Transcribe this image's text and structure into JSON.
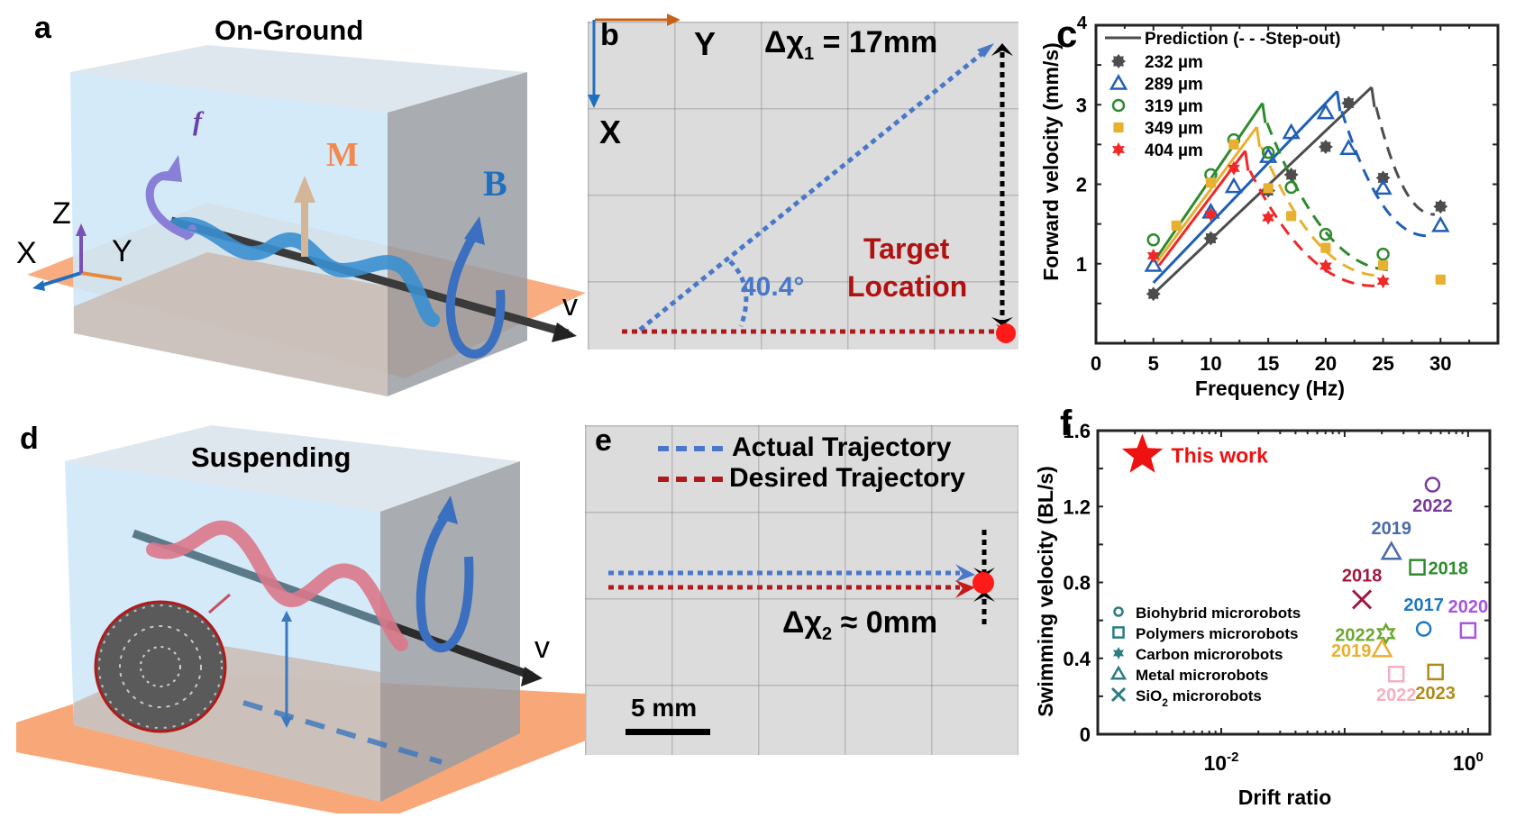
{
  "panels": {
    "a": {
      "label": "a",
      "title": "On-Ground",
      "axes": {
        "x": "X",
        "y": "Y",
        "z": "Z"
      },
      "symbols": {
        "f": "f",
        "M": "M",
        "B": "B",
        "v": "v"
      },
      "colors": {
        "water": "#cfe8f8",
        "side": "#9fa3a8",
        "floor": "#f5a26f",
        "helix": "#3a8fd0",
        "f_arrow": "#8a7fd6",
        "M_arrow": "#d9b799",
        "B_arrow": "#3b6fbf",
        "v_arrow": "#2b2b2b"
      }
    },
    "b": {
      "label": "b",
      "axis_x": "X",
      "axis_y": "Y",
      "delta_label": "Δχ",
      "delta_sub": "1",
      "delta_value": "= 17mm",
      "angle": "40.4°",
      "target_line1": "Target",
      "target_line2": "Location",
      "colors": {
        "actual": "#4a78c8",
        "desired": "#b01a1a",
        "target": "#ff1a1a",
        "text_red": "#b01212",
        "angle": "#4a78c8"
      }
    },
    "d": {
      "label": "d",
      "title": "Suspending",
      "symbols": {
        "v": "v"
      },
      "colors": {
        "water": "#cfe8f8",
        "side": "#9fa3a8",
        "floor": "#f5a26f",
        "helix": "#d9788a",
        "B_arrow": "#3b6fbf"
      }
    },
    "e": {
      "label": "e",
      "legend": [
        {
          "label": "Actual Trajectory",
          "color": "#4a78c8"
        },
        {
          "label": "Desired Trajectory",
          "color": "#b01a1a"
        }
      ],
      "delta_label": "Δχ",
      "delta_sub": "2",
      "delta_value": "≈ 0mm",
      "scale_bar": "5 mm"
    }
  },
  "chart_data": [
    {
      "id": "c",
      "panel_label": "c",
      "type": "scatter",
      "title": "",
      "xlabel": "Frequency (Hz)",
      "ylabel": "Forward velocity (mm/s)",
      "xlim": [
        0,
        35
      ],
      "ylim": [
        0,
        4
      ],
      "xticks": [
        0,
        5,
        10,
        15,
        20,
        25,
        30
      ],
      "yticks": [
        1,
        2,
        3,
        4
      ],
      "grid": false,
      "legend_position": "top-left",
      "legend_header": "Prediction (- - -Step-out)",
      "series": [
        {
          "name": "232 µm",
          "color": "#4d4d4d",
          "marker": "star8",
          "x": [
            5,
            10,
            15,
            17,
            20,
            22,
            25,
            30
          ],
          "y": [
            0.62,
            1.32,
            1.92,
            2.12,
            2.47,
            3.02,
            2.08,
            1.72
          ],
          "prediction": {
            "x0": 5,
            "y0": 0.62,
            "peak_x": 24,
            "peak_y": 3.22,
            "stepout_x_end": 29.5,
            "stepout_y_end": 1.62
          }
        },
        {
          "name": "289 µm",
          "color": "#1f5fb5",
          "marker": "triangle",
          "x": [
            5,
            10,
            12,
            15,
            17,
            20,
            22,
            25,
            30
          ],
          "y": [
            0.98,
            1.65,
            1.97,
            2.35,
            2.65,
            2.9,
            2.45,
            1.95,
            1.48
          ],
          "prediction": {
            "x0": 5,
            "y0": 0.76,
            "peak_x": 21,
            "peak_y": 3.17,
            "stepout_x_end": 29,
            "stepout_y_end": 1.35
          }
        },
        {
          "name": "319 µm",
          "color": "#2e8b2e",
          "marker": "circle",
          "x": [
            5,
            10,
            12,
            15,
            17,
            20,
            25
          ],
          "y": [
            1.3,
            2.12,
            2.56,
            2.4,
            1.96,
            1.37,
            1.12
          ],
          "prediction": {
            "x0": 5.3,
            "y0": 1.08,
            "peak_x": 14.5,
            "peak_y": 3.02,
            "stepout_x_end": 26,
            "stepout_y_end": 0.92
          }
        },
        {
          "name": "349 µm",
          "color": "#e8b030",
          "marker": "square",
          "x": [
            7,
            10,
            12,
            15,
            17,
            20,
            25,
            30
          ],
          "y": [
            1.48,
            2.02,
            2.5,
            1.95,
            1.6,
            1.2,
            0.98,
            0.8
          ],
          "prediction": {
            "x0": 5.3,
            "y0": 1.02,
            "peak_x": 14,
            "peak_y": 2.72,
            "stepout_x_end": 25,
            "stepout_y_end": 0.85
          }
        },
        {
          "name": "404 µm",
          "color": "#f02828",
          "marker": "star6",
          "x": [
            5,
            10,
            12,
            15,
            20,
            25
          ],
          "y": [
            1.1,
            1.62,
            2.2,
            1.58,
            0.97,
            0.78
          ],
          "prediction": {
            "x0": 5.5,
            "y0": 0.98,
            "peak_x": 13,
            "peak_y": 2.42,
            "stepout_x_end": 24.5,
            "stepout_y_end": 0.72
          }
        }
      ]
    },
    {
      "id": "f",
      "panel_label": "f",
      "type": "scatter",
      "title": "",
      "xlabel": "Drift ratio",
      "ylabel": "Swimming velocity (BL/s)",
      "xscale": "log",
      "xlim": [
        0.001,
        1.5
      ],
      "ylim": [
        0,
        1.6
      ],
      "xticks": [
        {
          "value": 0.01,
          "base": "10",
          "exp": "-2"
        },
        {
          "value": 1,
          "base": "10",
          "exp": "0"
        }
      ],
      "yticks": [
        0,
        0.4,
        0.8,
        1.2,
        1.6
      ],
      "ytick_labels": [
        "0",
        "0.4",
        "0.8",
        "1.2",
        "1.6"
      ],
      "grid": false,
      "legend_position": "bottom-left",
      "legend_color": "#2a7d82",
      "legend": [
        {
          "label": "Biohybrid microrobots",
          "marker": "circle"
        },
        {
          "label": "Polymers microrobots",
          "marker": "square"
        },
        {
          "label": "Carbon microrobots",
          "marker": "star6"
        },
        {
          "label": "Metal microrobots",
          "marker": "triangle"
        },
        {
          "label": "SiO",
          "sub": "2",
          "label_after": " microrobots",
          "marker": "x"
        }
      ],
      "points": [
        {
          "label": "This work",
          "x": 0.0023,
          "y": 1.47,
          "marker": "star5",
          "color": "#ee1111",
          "label_pos": "right"
        },
        {
          "label": "2022",
          "x": 0.515,
          "y": 1.315,
          "marker": "circle",
          "color": "#7a3a9a",
          "label_pos": "below"
        },
        {
          "label": "2019",
          "x": 0.239,
          "y": 0.96,
          "marker": "triangle",
          "color": "#4a6aa8",
          "label_pos": "above"
        },
        {
          "label": "2018",
          "x": 0.388,
          "y": 0.88,
          "marker": "square",
          "color": "#2e8b2e",
          "label_pos": "right"
        },
        {
          "label": "2018",
          "x": 0.138,
          "y": 0.71,
          "marker": "x",
          "color": "#a01840",
          "label_pos": "above"
        },
        {
          "label": "2017",
          "x": 0.437,
          "y": 0.555,
          "marker": "circle",
          "color": "#1f78c0",
          "label_pos": "above"
        },
        {
          "label": "2020",
          "x": 1.0,
          "y": 0.547,
          "marker": "square",
          "color": "#a855e0",
          "label_pos": "above"
        },
        {
          "label": "2022",
          "x": 0.216,
          "y": 0.53,
          "marker": "star6",
          "color": "#6ea832",
          "label_pos": "left"
        },
        {
          "label": "2019",
          "x": 0.201,
          "y": 0.447,
          "marker": "triangle",
          "color": "#e8b030",
          "label_pos": "left"
        },
        {
          "label": "2022",
          "x": 0.262,
          "y": 0.317,
          "marker": "square",
          "color": "#f4b0c0",
          "label_pos": "below"
        },
        {
          "label": "2023",
          "x": 0.544,
          "y": 0.328,
          "marker": "square",
          "color": "#b08a18",
          "label_pos": "below"
        }
      ]
    }
  ]
}
